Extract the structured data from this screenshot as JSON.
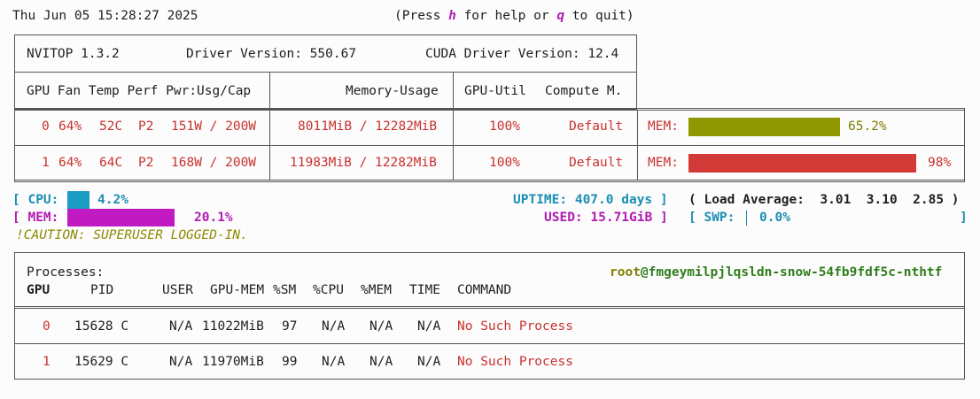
{
  "header": {
    "datetime": "Thu Jun 05 15:28:27 2025",
    "help_prefix": "(Press ",
    "help_key": "h",
    "help_mid": " for help or ",
    "quit_key": "q",
    "help_suffix": " to quit)"
  },
  "info": {
    "nvitop_version": "NVITOP 1.3.2",
    "driver_version": "Driver Version: 550.67",
    "cuda_version": "CUDA Driver Version: 12.4"
  },
  "gpu_table": {
    "headers": {
      "col1": "GPU Fan Temp Perf Pwr:Usg/Cap",
      "col2": "Memory-Usage",
      "col3": "GPU-Util",
      "col4": "Compute M."
    },
    "rows": [
      {
        "id": "0",
        "fan": "64%",
        "temp": "52C",
        "perf": "P2",
        "pwr": "151W / 200W",
        "mem": "8011MiB / 12282MiB",
        "util": "100%",
        "mode": "Default",
        "mem_label": "MEM:",
        "mem_pct_text": "65.2%",
        "mem_fraction": 0.652,
        "bar_color": "#8f9800"
      },
      {
        "id": "1",
        "fan": "64%",
        "temp": "64C",
        "perf": "P2",
        "pwr": "168W / 200W",
        "mem": "11983MiB / 12282MiB",
        "util": "100%",
        "mode": "Default",
        "mem_label": "MEM:",
        "mem_pct_text": "98%",
        "mem_fraction": 0.98,
        "bar_color": "#d23a38"
      }
    ]
  },
  "host": {
    "cpu_label": "[ CPU:",
    "cpu_pct": "4.2%",
    "cpu_fraction": 0.042,
    "mem_label": "[ MEM:",
    "mem_pct": "20.1%",
    "mem_fraction": 0.201,
    "uptime": "UPTIME: 407.0 days ]",
    "load": "( Load Average:  3.01  3.10  2.85 )",
    "used": "USED: 15.71GiB ]",
    "swp_label": "[ SWP:",
    "swp_pct": "0.0%",
    "swp_close": "]",
    "caution": "!CAUTION: SUPERUSER LOGGED-IN."
  },
  "processes": {
    "title": "Processes:",
    "user": "root",
    "at_host": "@fmgeymilpjlqsldn-snow-54fb9fdf5c-nthtf",
    "columns": [
      "GPU",
      "PID",
      "USER",
      "GPU-MEM",
      "%SM",
      "%CPU",
      "%MEM",
      "TIME",
      "COMMAND"
    ],
    "rows": [
      {
        "gpu": "0",
        "pid": "15628 C",
        "user": "N/A",
        "gpu_mem": "11022MiB",
        "sm": "97",
        "cpu": "N/A",
        "mem": "N/A",
        "time": "N/A",
        "command": "No Such Process"
      },
      {
        "gpu": "1",
        "pid": "15629 C",
        "user": "N/A",
        "gpu_mem": "11970MiB",
        "sm": "99",
        "cpu": "N/A",
        "mem": "N/A",
        "time": "N/A",
        "command": "No Such Process"
      }
    ]
  },
  "colors": {
    "cpu_bar": "#1a9cc4",
    "mem_bar": "#c21ac2",
    "gpu0_bar": "#8f9800",
    "gpu1_bar": "#d23a38"
  }
}
